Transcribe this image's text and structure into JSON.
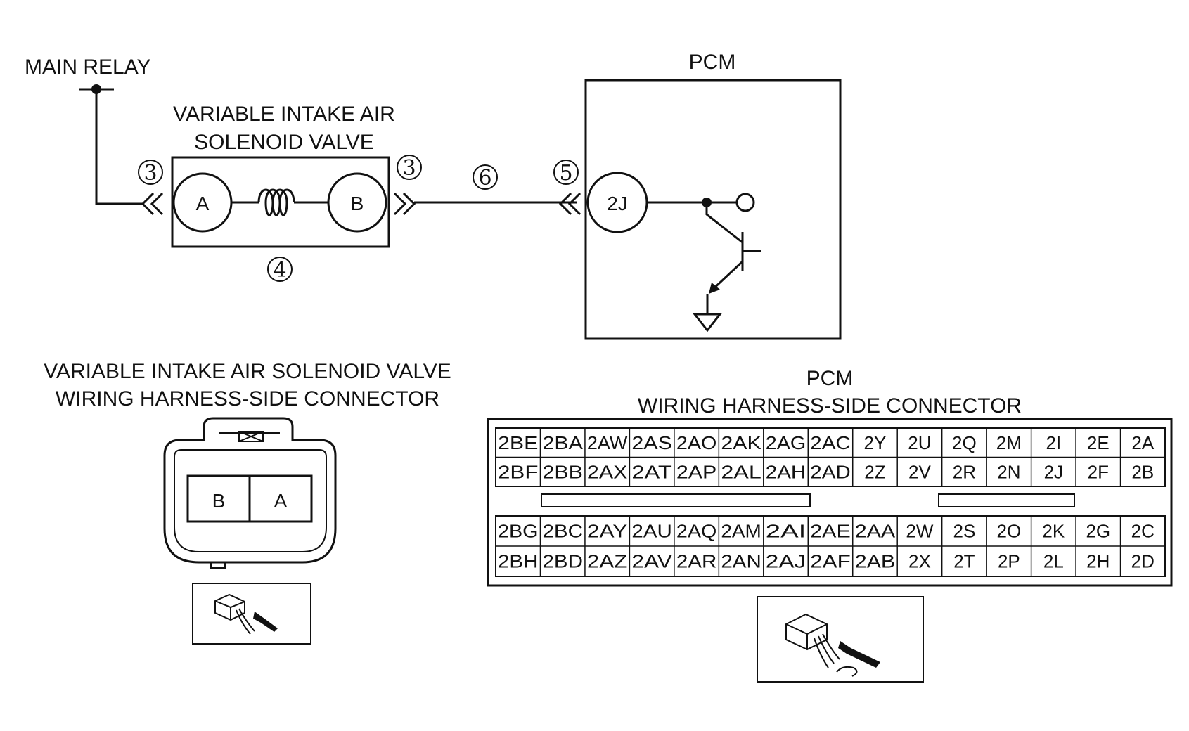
{
  "circuit": {
    "main_relay": "MAIN RELAY",
    "valve_title_line1": "VARIABLE INTAKE AIR",
    "valve_title_line2": "SOLENOID VALVE",
    "pcm_title": "PCM",
    "terminal_a": "A",
    "terminal_b": "B",
    "pcm_terminal": "2J",
    "callout_left": "3",
    "callout_right": "3",
    "callout_wire": "6",
    "callout_pcm": "5",
    "callout_valve": "4"
  },
  "valve_connector": {
    "title_line1": "VARIABLE INTAKE AIR SOLENOID VALVE",
    "title_line2": "WIRING HARNESS-SIDE CONNECTOR",
    "pins": [
      "B",
      "A"
    ],
    "view_icon": "connector-view-icon"
  },
  "pcm_connector": {
    "title_line1": "PCM",
    "title_line2": "WIRING HARNESS-SIDE CONNECTOR",
    "upper_rows": [
      [
        "2BE",
        "2BA",
        "2AW",
        "2AS",
        "2AO",
        "2AK",
        "2AG",
        "2AC",
        "2Y",
        "2U",
        "2Q",
        "2M",
        "2I",
        "2E",
        "2A"
      ],
      [
        "2BF",
        "2BB",
        "2AX",
        "2AT",
        "2AP",
        "2AL",
        "2AH",
        "2AD",
        "2Z",
        "2V",
        "2R",
        "2N",
        "2J",
        "2F",
        "2B"
      ]
    ],
    "lower_rows": [
      [
        "2BG",
        "2BC",
        "2AY",
        "2AU",
        "2AQ",
        "2AM",
        "2AI",
        "2AE",
        "2AA",
        "2W",
        "2S",
        "2O",
        "2K",
        "2G",
        "2C"
      ],
      [
        "2BH",
        "2BD",
        "2AZ",
        "2AV",
        "2AR",
        "2AN",
        "2AJ",
        "2AF",
        "2AB",
        "2X",
        "2T",
        "2P",
        "2L",
        "2H",
        "2D"
      ]
    ],
    "view_icon": "connector-view-icon"
  }
}
